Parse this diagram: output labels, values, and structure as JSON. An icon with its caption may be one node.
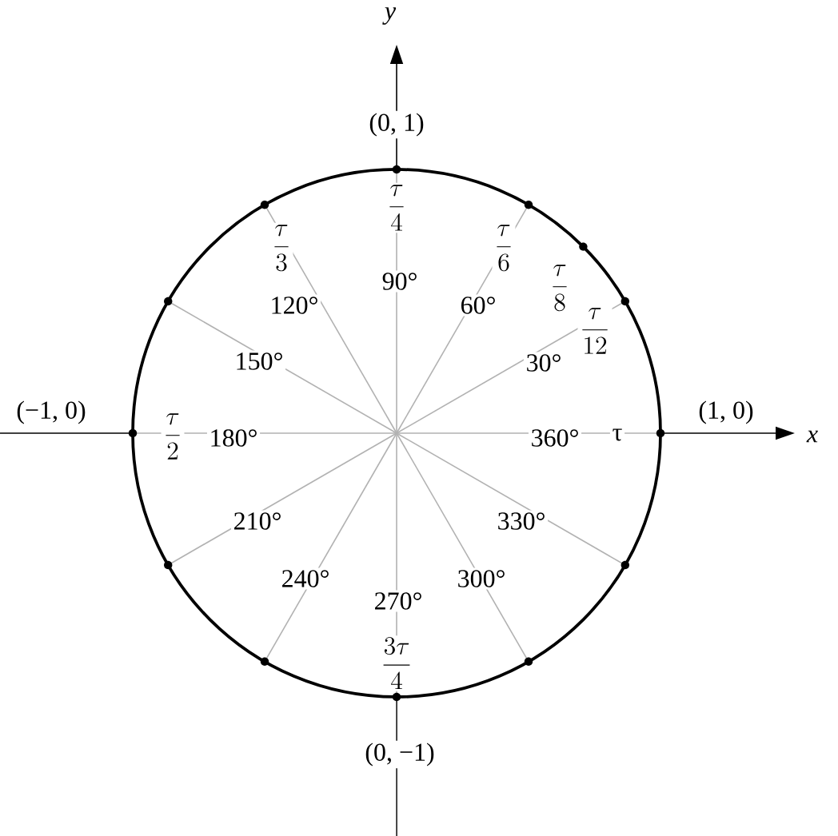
{
  "diagram": {
    "labels": [
      "y",
      "(0, 1)",
      "\\frac{\\tau}{4}",
      "\\frac{\\tau}{3}",
      "\\frac{\\tau}{6}",
      "\\frac{\\tau}{8}",
      "90°",
      "120°",
      "60°",
      "\\frac{\\tau}{12}",
      "150°",
      "30°",
      "(−1, 0)",
      "\\frac{\\tau}{2}",
      "180°",
      "360°",
      "τ",
      "(1, 0)",
      "x",
      "210°",
      "330°",
      "240°",
      "300°",
      "270°",
      "\\frac{3\\tau}{4}",
      "(0, −1)"
    ]
  }
}
